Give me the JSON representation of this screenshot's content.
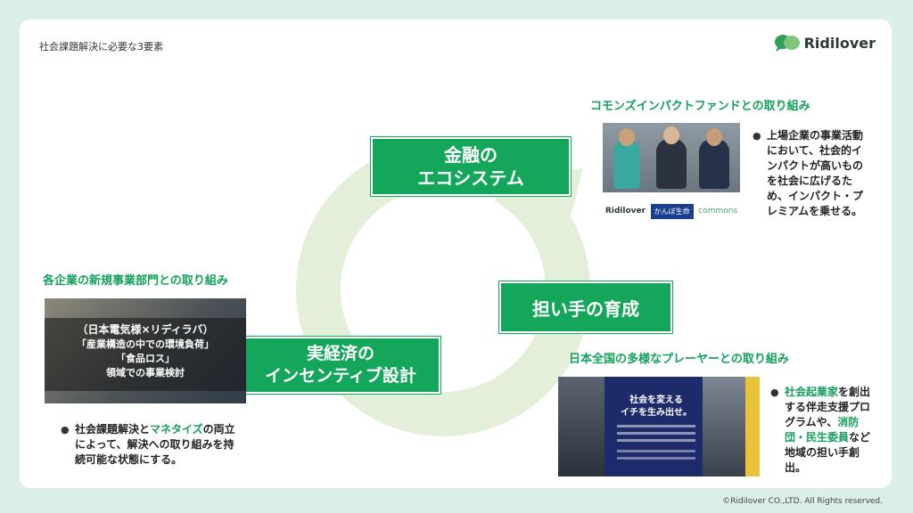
{
  "slide_title": "社会課題解決に必要な3要素",
  "logo_text": "Ridilover",
  "copyright": "©Ridilover CO.,LTD. All Rights reserved.",
  "boxes": {
    "finance_line1": "金融の",
    "finance_line2": "エコシステム",
    "talent": "担い手の育成",
    "incentive_line1": "実経済の",
    "incentive_line2": "インセンティブ設計"
  },
  "commons": {
    "title": "コモンズインパクトファンドとの取り組み",
    "bullet": "上場企業の事業活動において、社会的インパクトが高いものを社会に広げるため、インパクト・プレミアムを乗せる。",
    "logos": [
      "Ridilover",
      "かんぽ生命",
      "commons"
    ]
  },
  "corporate": {
    "title": "各企業の新規事業部門との取り組み",
    "photo_line1": "（日本電気様×リディラバ）",
    "photo_line2": "「産業構造の中での環境負荷」",
    "photo_line3": "「食品ロス」",
    "photo_line4": "領域での事業検討",
    "bullet_pre": "社会課題解決と",
    "bullet_hl": "マネタイズ",
    "bullet_post": "の両立によって、解決への取り組みを持続可能な状態にする。"
  },
  "national": {
    "title": "日本全国の多様なプレーヤーとの取り組み",
    "poster_headline_1": "社会を変える",
    "poster_headline_2": "イチを生み出せ。",
    "bullet_1": "社会起業家",
    "bullet_2": "を創出する伴走支援プログラムや、",
    "bullet_3": "消防団・民生委員",
    "bullet_4": "など地域の担い手創出。"
  },
  "colors": {
    "accent": "#14a65a",
    "arrow": "#e3efd9",
    "background": "#dcefe6"
  }
}
